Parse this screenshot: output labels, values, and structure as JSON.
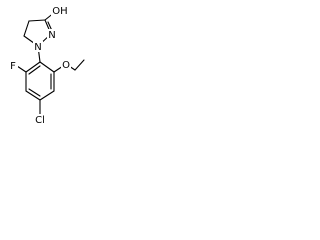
{
  "molecule": {
    "atom_labels": {
      "hydroxyl": "OH",
      "ring_nitrogen_upper": "N",
      "ring_nitrogen_lower": "N",
      "fluoro": "F",
      "ether_oxygen": "O",
      "chloro": "Cl"
    },
    "colors": {
      "bond": "#000000",
      "text": "#000000",
      "background": "#ffffff"
    }
  }
}
